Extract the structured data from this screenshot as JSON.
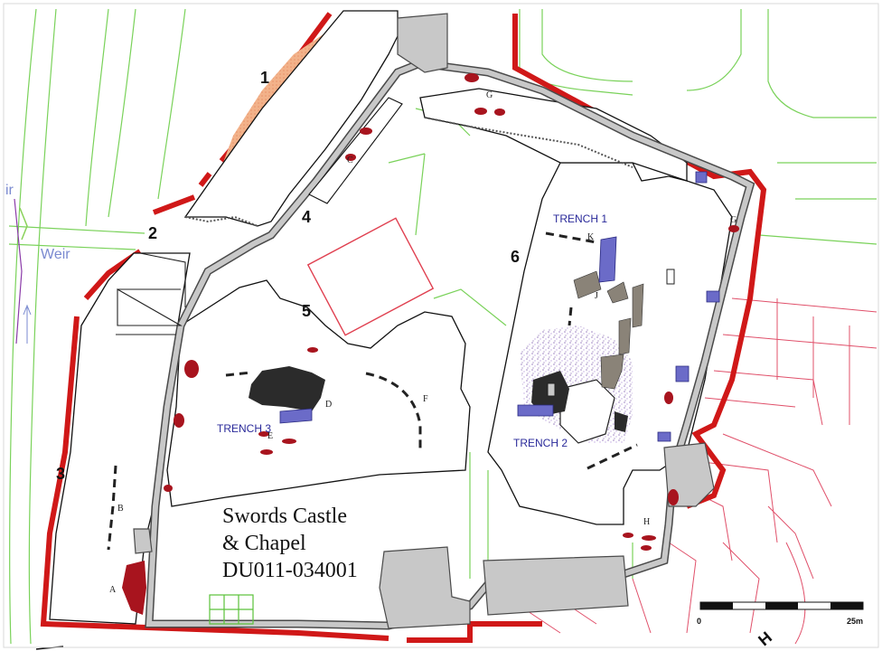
{
  "map": {
    "title_lines": [
      "Swords Castle",
      "& Chapel",
      "DU011-034001"
    ],
    "zones": [
      "1",
      "2",
      "3",
      "4",
      "5",
      "6"
    ],
    "features": [
      "A",
      "B",
      "C",
      "D",
      "E",
      "F",
      "G",
      "G",
      "H",
      "J",
      "K"
    ],
    "trenches": [
      "TRENCH 1",
      "TRENCH 2",
      "TRENCH 3"
    ],
    "weir_label": "Weir",
    "weir_label_partial": "ir",
    "road_label_fragment": "H",
    "scale": {
      "start_label": "0",
      "end_label": "25m"
    },
    "colors": {
      "boundary": "#d01818",
      "wall": "#c8c8c8",
      "wall_outline": "#5a5a5a",
      "survey_lines": "#7ad25a",
      "property_lines": "#e0506a",
      "trench": "#6b6bc8",
      "feature_dark": "#2b2b2b",
      "feature_red": "#a8141e",
      "spoil": "#f2b28a",
      "speckle": "#b8a0d0",
      "stone": "#8a8378"
    }
  }
}
